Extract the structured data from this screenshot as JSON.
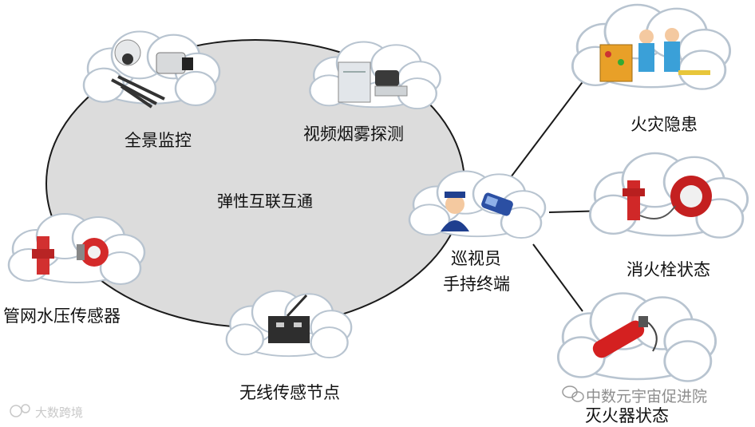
{
  "diagram": {
    "center_label": "弹性互联互通",
    "nodes": {
      "panoramic_monitoring": "全景监控",
      "video_smoke_detection": "视频烟雾探测",
      "pipe_network_pressure_sensor": "管网水压传感器",
      "wireless_sensor_node": "无线传感节点",
      "patrol_terminal_line1": "巡视员",
      "patrol_terminal_line2": "手持终端",
      "fire_hazard": "火灾隐患",
      "hydrant_status": "消火栓状态",
      "extinguisher_status": "灭火器状态"
    }
  },
  "watermarks": {
    "left": "大数跨境",
    "right": "中数元宇宙促进院"
  },
  "colors": {
    "ellipse_fill": "#dcdcdc",
    "ellipse_stroke": "#1a1a1a",
    "cloud_fill": "#ffffff",
    "cloud_stroke": "#b8c4d0",
    "connector": "#1a1a1a"
  }
}
